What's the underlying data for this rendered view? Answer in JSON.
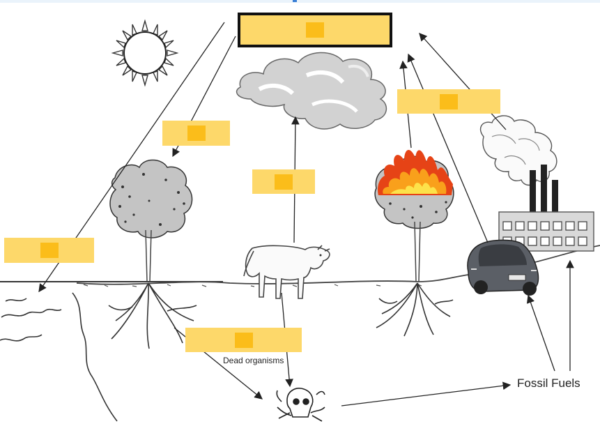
{
  "diagram": {
    "labels": {
      "dead_organisms": "Dead organisms",
      "fossil_fuels": "Fossil Fuels"
    },
    "answer_blanks": [
      {
        "id": "atmosphere",
        "filled": false
      },
      {
        "id": "photosynthesis",
        "filled": false
      },
      {
        "id": "respiration-animal",
        "filled": false
      },
      {
        "id": "combustion-factory",
        "filled": false
      },
      {
        "id": "dissolving-ocean",
        "filled": false
      },
      {
        "id": "decomposition",
        "filled": false
      }
    ],
    "colors": {
      "blank_fill": "#fdd86a",
      "blank_chip": "#fbbd1a",
      "arrow": "#222222",
      "foliage": "#c4c4c4"
    },
    "icons": [
      "sun-icon",
      "cloud-icon",
      "tree-icon",
      "burning-tree-icon",
      "cow-icon",
      "factory-icon",
      "car-icon",
      "skull-icon",
      "ocean-icon"
    ]
  }
}
